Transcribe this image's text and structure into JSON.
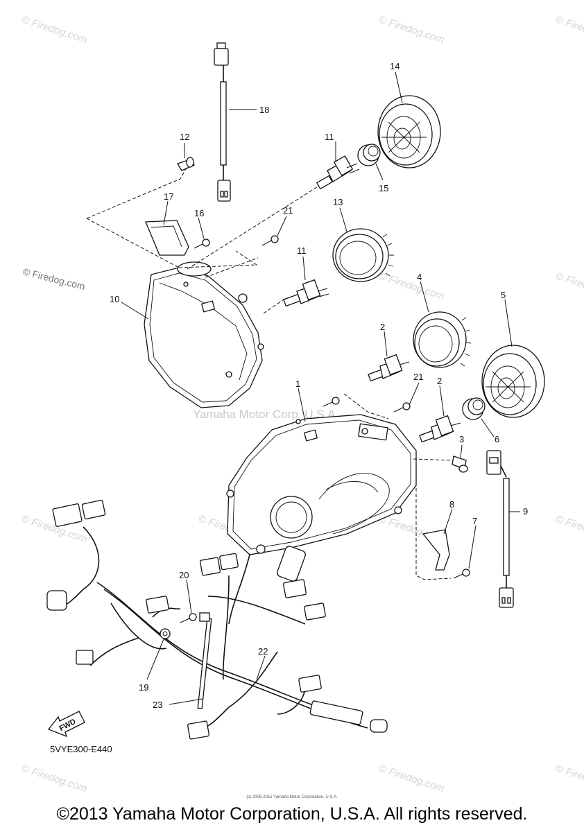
{
  "diagram": {
    "code": "5VYE300-E440",
    "fwd_label": "FWD",
    "footer": "©2013 Yamaha Motor Corporation, U.S.A. All rights reserved.",
    "footer_small": "(c) 2005-2015 Yamaha Motor Corporation, U.S.A.",
    "watermarks": {
      "site": "© Firedog.com",
      "site_left": "© Firedog.com",
      "maker": "Yamaha Motor Corp. U.S.A."
    },
    "callouts": {
      "c1": "1",
      "c2a": "2",
      "c2b": "2",
      "c3": "3",
      "c4": "4",
      "c5": "5",
      "c6": "6",
      "c7": "7",
      "c8": "8",
      "c9": "9",
      "c10": "10",
      "c11a": "11",
      "c11b": "11",
      "c12": "12",
      "c13": "13",
      "c14": "14",
      "c15": "15",
      "c16": "16",
      "c17": "17",
      "c18": "18",
      "c19": "19",
      "c20": "20",
      "c21a": "21",
      "c21b": "21",
      "c22": "22",
      "c23": "23"
    }
  }
}
